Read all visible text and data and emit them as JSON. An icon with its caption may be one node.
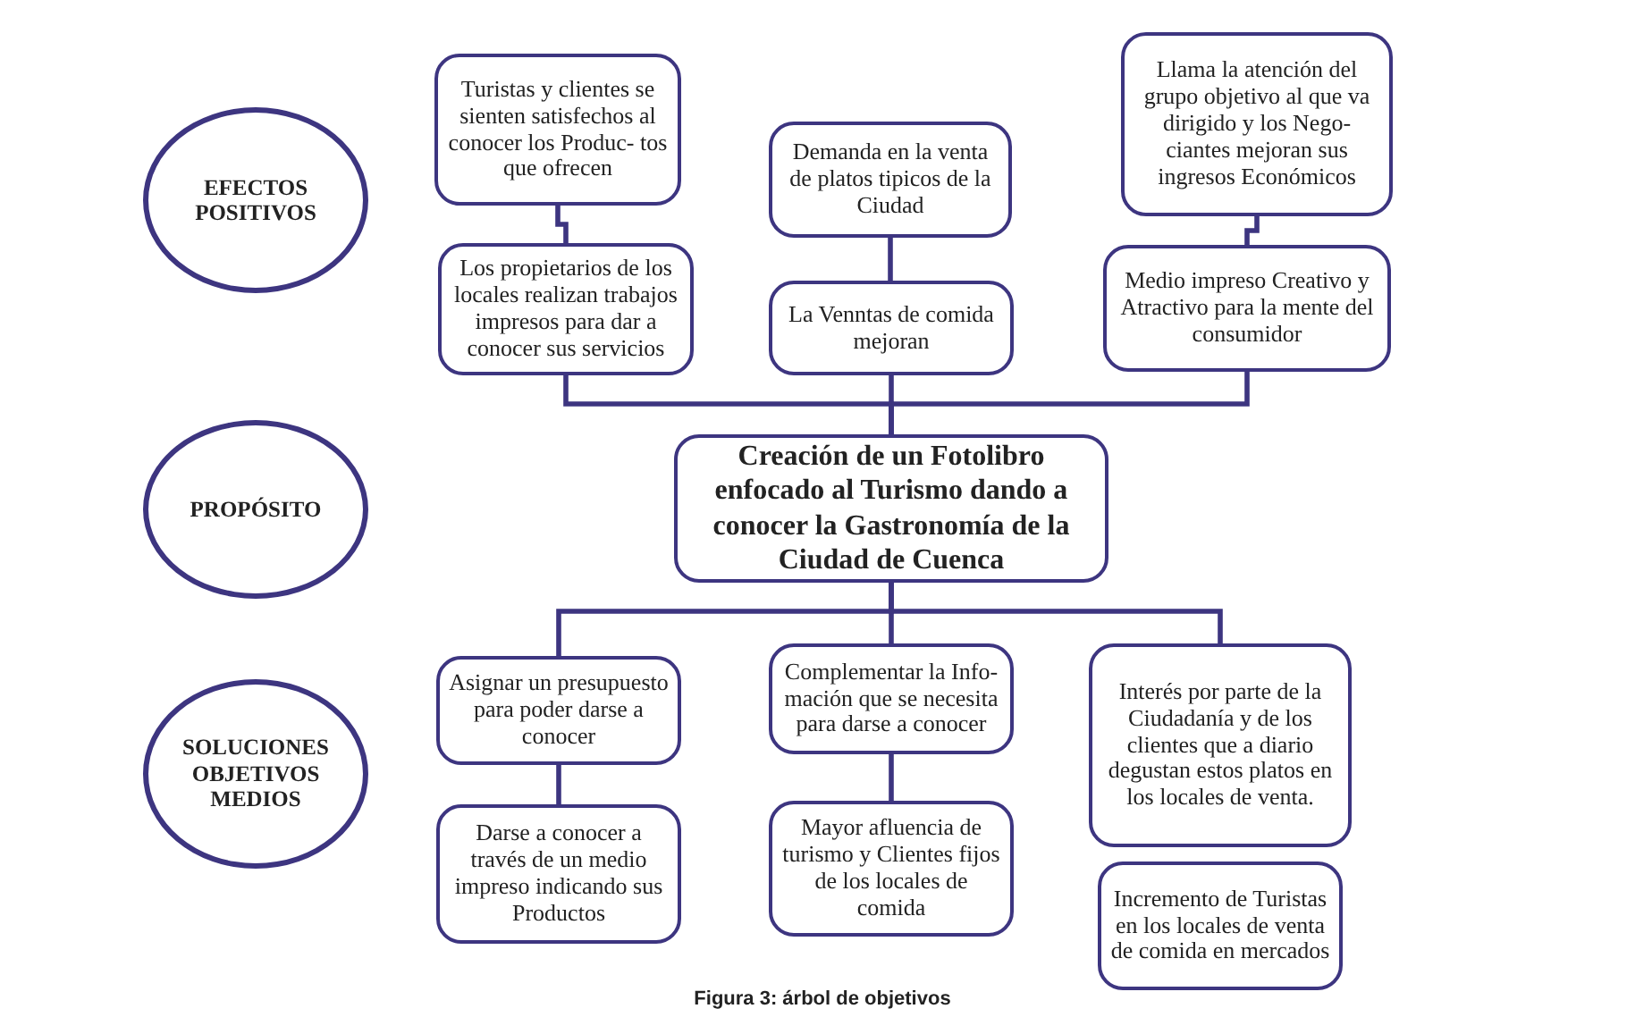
{
  "diagram": {
    "caption": "Figura 3: árbol de objetivos",
    "nodes": [
      {
        "text": [
          "EFECTOS POSITIVOS"
        ]
      },
      {
        "text": [
          "Turistas y clientes se sienten satisfechos al conocer los Produc- tos que ofrecen"
        ]
      },
      {
        "text": [
          "Demanda en la venta de platos tipicos de la Ciudad"
        ]
      },
      {
        "text": [
          "Llama la atención del grupo objetivo al que va dirigido y los Nego- ciantes mejoran sus ingresos Económicos"
        ]
      },
      {
        "text": [
          "Los propietarios de los locales realizan trabajos impresos para dar a conocer sus servicios"
        ]
      },
      {
        "text": [
          "La Venntas de comida mejoran"
        ]
      },
      {
        "text": [
          "Medio impreso Creativo y Atractivo para la mente del consumidor"
        ]
      },
      {
        "text": [
          "PROPÓSITO"
        ]
      },
      {
        "text": [
          "Creación de un Fotolibro enfocado al Turismo dando a conocer la Gastronomía de la Ciudad de Cuenca"
        ]
      },
      {
        "text": [
          "SOLUCIONES OBJETIVOS MEDIOS"
        ]
      },
      {
        "text": [
          "Asignar un presupuesto para poder darse a conocer"
        ]
      },
      {
        "text": [
          "Complementar la Info- mación que se necesita para darse a conocer"
        ]
      },
      {
        "text": [
          "Interés por parte de la Ciudadanía y de los clientes que a diario degustan estos platos en los locales de venta."
        ]
      },
      {
        "text": [
          "Darse a conocer a través de un medio impreso indicando sus Productos"
        ]
      },
      {
        "text": [
          "Mayor afluencia de turismo y Clientes fijos de los locales de comida"
        ]
      },
      {
        "text": [
          "Incremento de Turistas en los locales de venta de comida en mercados"
        ]
      }
    ],
    "edges": [
      {
        "from": 1,
        "to": 4,
        "arrow": "none"
      },
      {
        "from": 2,
        "to": 5,
        "arrow": "none"
      },
      {
        "from": 3,
        "to": 6,
        "arrow": "none"
      },
      {
        "from": 4,
        "to": 8,
        "arrow": "none"
      },
      {
        "from": 5,
        "to": 8,
        "arrow": "none"
      },
      {
        "from": 6,
        "to": 8,
        "arrow": "none"
      },
      {
        "from": 8,
        "to": 10,
        "arrow": "none"
      },
      {
        "from": 8,
        "to": 11,
        "arrow": "none"
      },
      {
        "from": 8,
        "to": 12,
        "arrow": "none"
      },
      {
        "from": 10,
        "to": 13,
        "arrow": "none"
      },
      {
        "from": 11,
        "to": 14,
        "arrow": "none"
      }
    ]
  }
}
